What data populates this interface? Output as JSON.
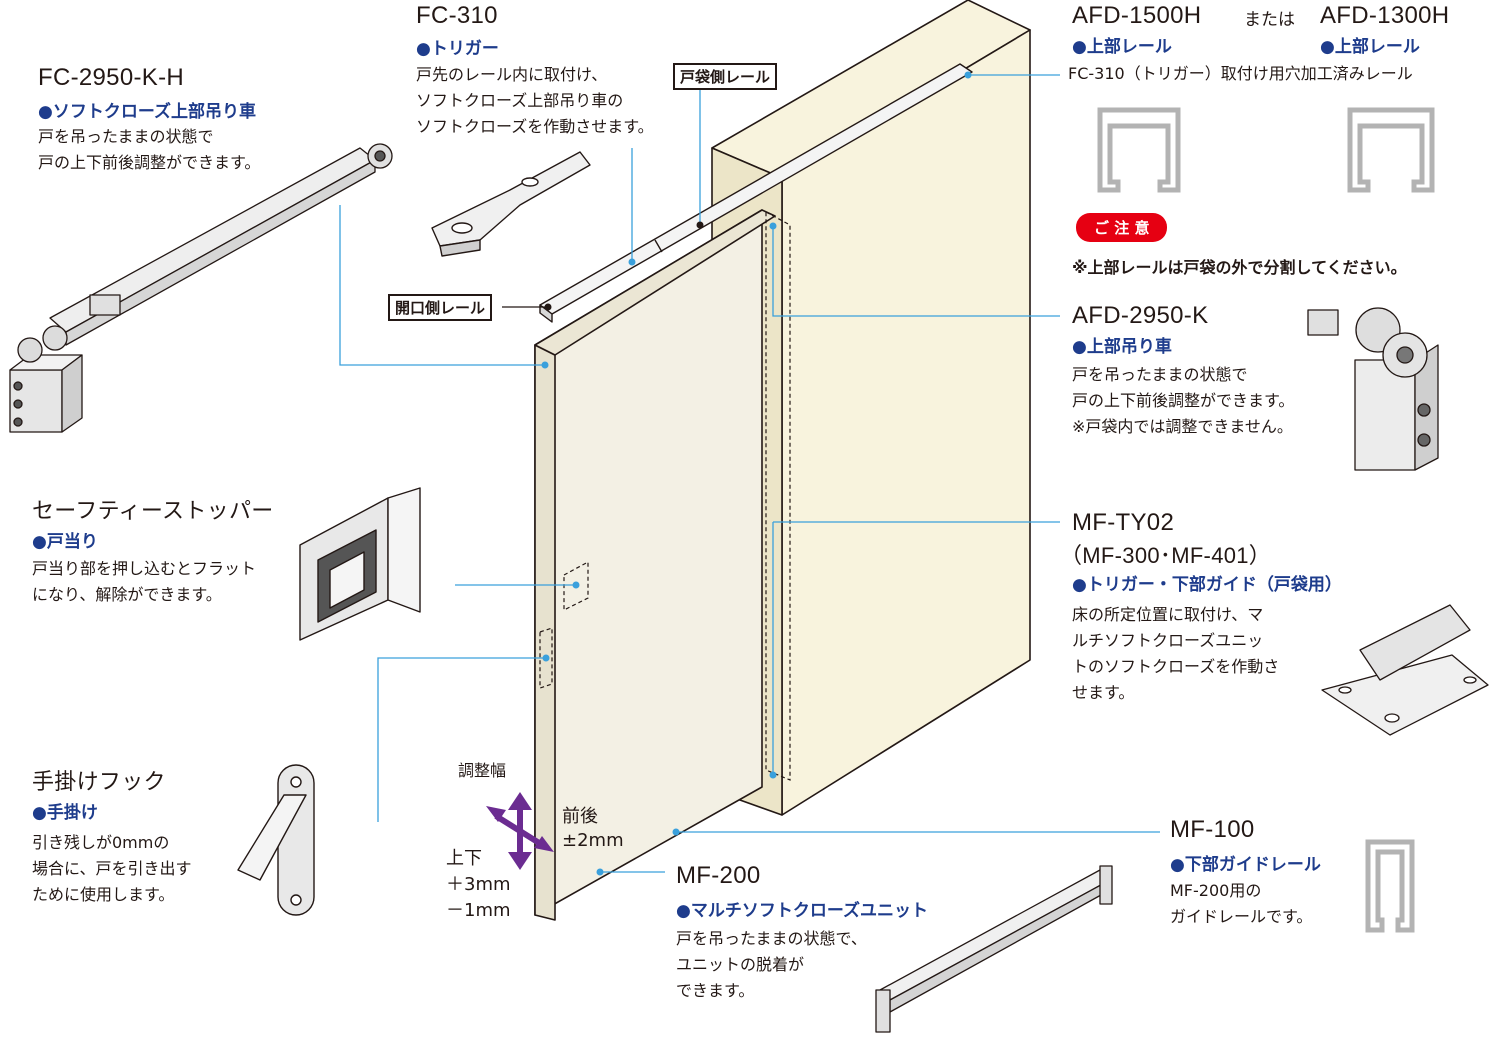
{
  "items": {
    "fc2950": {
      "code": "FC-2950-K-H",
      "name": "●ソフトクローズ上部吊り車",
      "desc": "戸を吊ったままの状態で\n戸の上下前後調整ができます。"
    },
    "fc310": {
      "code": "FC-310",
      "name": "●トリガー",
      "desc": "戸先のレール内に取付け、\nソフトクローズ上部吊り車の\nソフトクローズを作動させます。"
    },
    "afd1500": {
      "code": "AFD-1500H",
      "or": "または",
      "name": "●上部レール"
    },
    "afd1300": {
      "code": "AFD-1300H",
      "name": "●上部レール"
    },
    "rail_note": "FC-310（トリガー）取付け用穴加工済みレール",
    "caution": {
      "badge": "ご 注 意",
      "text": "※上部レールは戸袋の外で分割してください。"
    },
    "afd2950": {
      "code": "AFD-2950-K",
      "name": "●上部吊り車",
      "desc": "戸を吊ったままの状態で\n戸の上下前後調整ができます。\n※戸袋内では調整できません。"
    },
    "safety": {
      "code": "セーフティーストッパー",
      "name": "●戸当り",
      "desc": "戸当り部を押し込むとフラット\nになり、解除ができます。"
    },
    "mfty02": {
      "code": "MF-TY02",
      "alt": "（MF-300･MF-401）",
      "name": "●トリガー・下部ガイド（戸袋用）",
      "desc": "床の所定位置に取付け、マ\nルチソフトクローズユニッ\nトのソフトクローズを作動さ\nせます。"
    },
    "hook": {
      "code": "手掛けフック",
      "name": "●手掛け",
      "desc": "引き残しが0mmの\n場合に、戸を引き出す\nために使用します。"
    },
    "mf100": {
      "code": "MF-100",
      "name": "●下部ガイドレール",
      "desc": "MF-200用の\nガイドレールです。"
    },
    "mf200": {
      "code": "MF-200",
      "name": "●マルチソフトクローズユニット",
      "desc": "戸を吊ったままの状態で、\nユニットの脱着が\nできます。"
    }
  },
  "rail_labels": {
    "pocket": "戸袋側レール",
    "opening": "開口側レール"
  },
  "adjust": {
    "title": "調整幅",
    "fb": "前後\n±2mm",
    "ud": "上下\n＋3mm\n－1mm"
  },
  "colors": {
    "accent": "#1e3c8c",
    "leader": "#3aa0dc",
    "door": "#f3f0e4",
    "wall": "#f8f3dd",
    "arrow": "#6b2c91",
    "caution": "#e60012"
  }
}
